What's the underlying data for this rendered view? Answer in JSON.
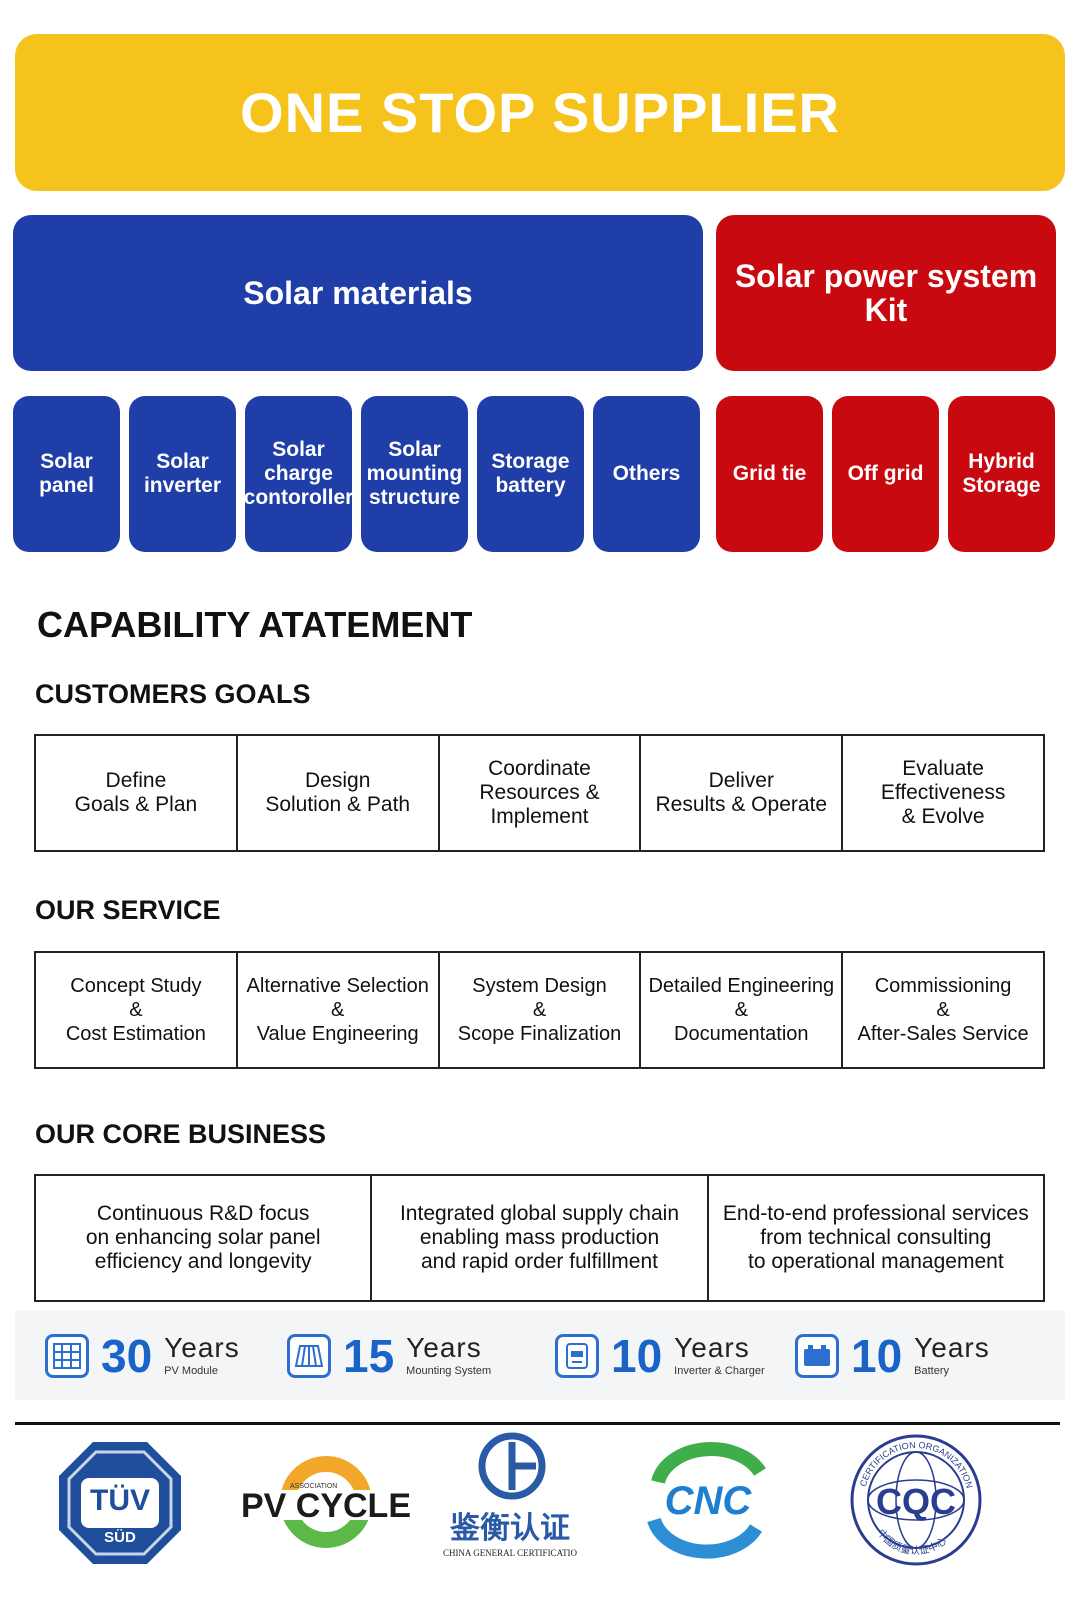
{
  "banner": {
    "title": "ONE STOP SUPPLIER"
  },
  "categories": {
    "materials": "Solar materials",
    "kit": "Solar power system\nKit"
  },
  "products": [
    {
      "label": "Solar\npanel",
      "color": "blue"
    },
    {
      "label": "Solar\ninverter",
      "color": "blue"
    },
    {
      "label": "Solar\ncharge\ncontoroller",
      "color": "blue"
    },
    {
      "label": "Solar\nmounting\nstructure",
      "color": "blue"
    },
    {
      "label": "Storage\nbattery",
      "color": "blue"
    },
    {
      "label": "Others",
      "color": "blue"
    },
    {
      "label": "Grid tie",
      "color": "red"
    },
    {
      "label": "Off grid",
      "color": "red"
    },
    {
      "label": "Hybrid\nStorage",
      "color": "red"
    }
  ],
  "capability": {
    "title": "CAPABILITY ATATEMENT",
    "goals_heading": "CUSTOMERS GOALS",
    "goals": [
      "Define\nGoals & Plan",
      "Design\nSolution & Path",
      "Coordinate\nResources &\nImplement",
      "Deliver\nResults & Operate",
      "Evaluate\nEffectiveness\n& Evolve"
    ],
    "service_heading": "OUR SERVICE",
    "services": [
      "Concept Study\n&\nCost Estimation",
      "Alternative Selection\n&\nValue Engineering",
      "System Design\n&\nScope Finalization",
      "Detailed Engineering\n&\nDocumentation",
      "Commissioning\n&\nAfter-Sales Service"
    ],
    "core_heading": "OUR CORE BUSINESS",
    "core": [
      "Continuous R&D focus\non enhancing solar panel\nefficiency and longevity",
      "Integrated global supply chain\nenabling mass production\nand rapid order fulfillment",
      "End-to-end professional services\nfrom technical consulting\nto operational management"
    ]
  },
  "warranties": [
    {
      "number": "30",
      "unit": "Years",
      "label": "PV Module",
      "icon": "solar-panel-icon"
    },
    {
      "number": "15",
      "unit": "Years",
      "label": "Mounting System",
      "icon": "mounting-icon"
    },
    {
      "number": "10",
      "unit": "Years",
      "label": "Inverter & Charger",
      "icon": "inverter-icon"
    },
    {
      "number": "10",
      "unit": "Years",
      "label": "Battery",
      "icon": "battery-icon"
    }
  ],
  "certifications": {
    "tuv": {
      "line1": "TÜV",
      "line2": "SÜD"
    },
    "pvcycle": {
      "small": "ASSOCIATION",
      "name": "PV CYCLE"
    },
    "cgc": {
      "chinese": "鉴衡认证",
      "english": "CHINA GENERAL CERTIFICATIO"
    },
    "cnc": {
      "name": "CNC"
    },
    "cqc": {
      "name": "CQC",
      "ring_top": "CERTIFICATION ORGANIZATION",
      "ring_bottom": "中国质量认证中心"
    }
  },
  "colors": {
    "banner": "#f6c21c",
    "blue": "#1f3ea8",
    "red": "#c8090f",
    "accent_blue": "#1a64c8"
  }
}
